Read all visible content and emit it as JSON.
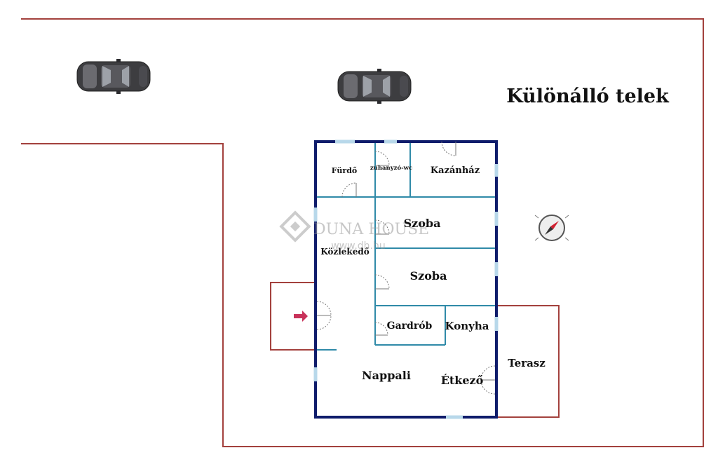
{
  "plot": {
    "title": "Különálló telek"
  },
  "rooms": {
    "furdo": "Fürdő",
    "zuhanyzo": "zuhanyzó-wc",
    "kazanhaz": "Kazánház",
    "szoba1": "Szoba",
    "kozlekedo": "Közlekedő",
    "szoba2": "Szoba",
    "gardrob": "Gardrób",
    "konyha": "Konyha",
    "terasz": "Terasz",
    "nappali": "Nappali",
    "etkezo": "Étkező"
  },
  "watermark": {
    "brand": "DUNA HOUSE",
    "url": "www.dh.hu"
  },
  "compass": {
    "icon": "compass-icon"
  },
  "colors": {
    "plot_line": "#a3413d",
    "outer_wall": "#0f1c6b",
    "inner_wall": "#2f8aa8",
    "entrance_arrow": "#c8325a"
  }
}
